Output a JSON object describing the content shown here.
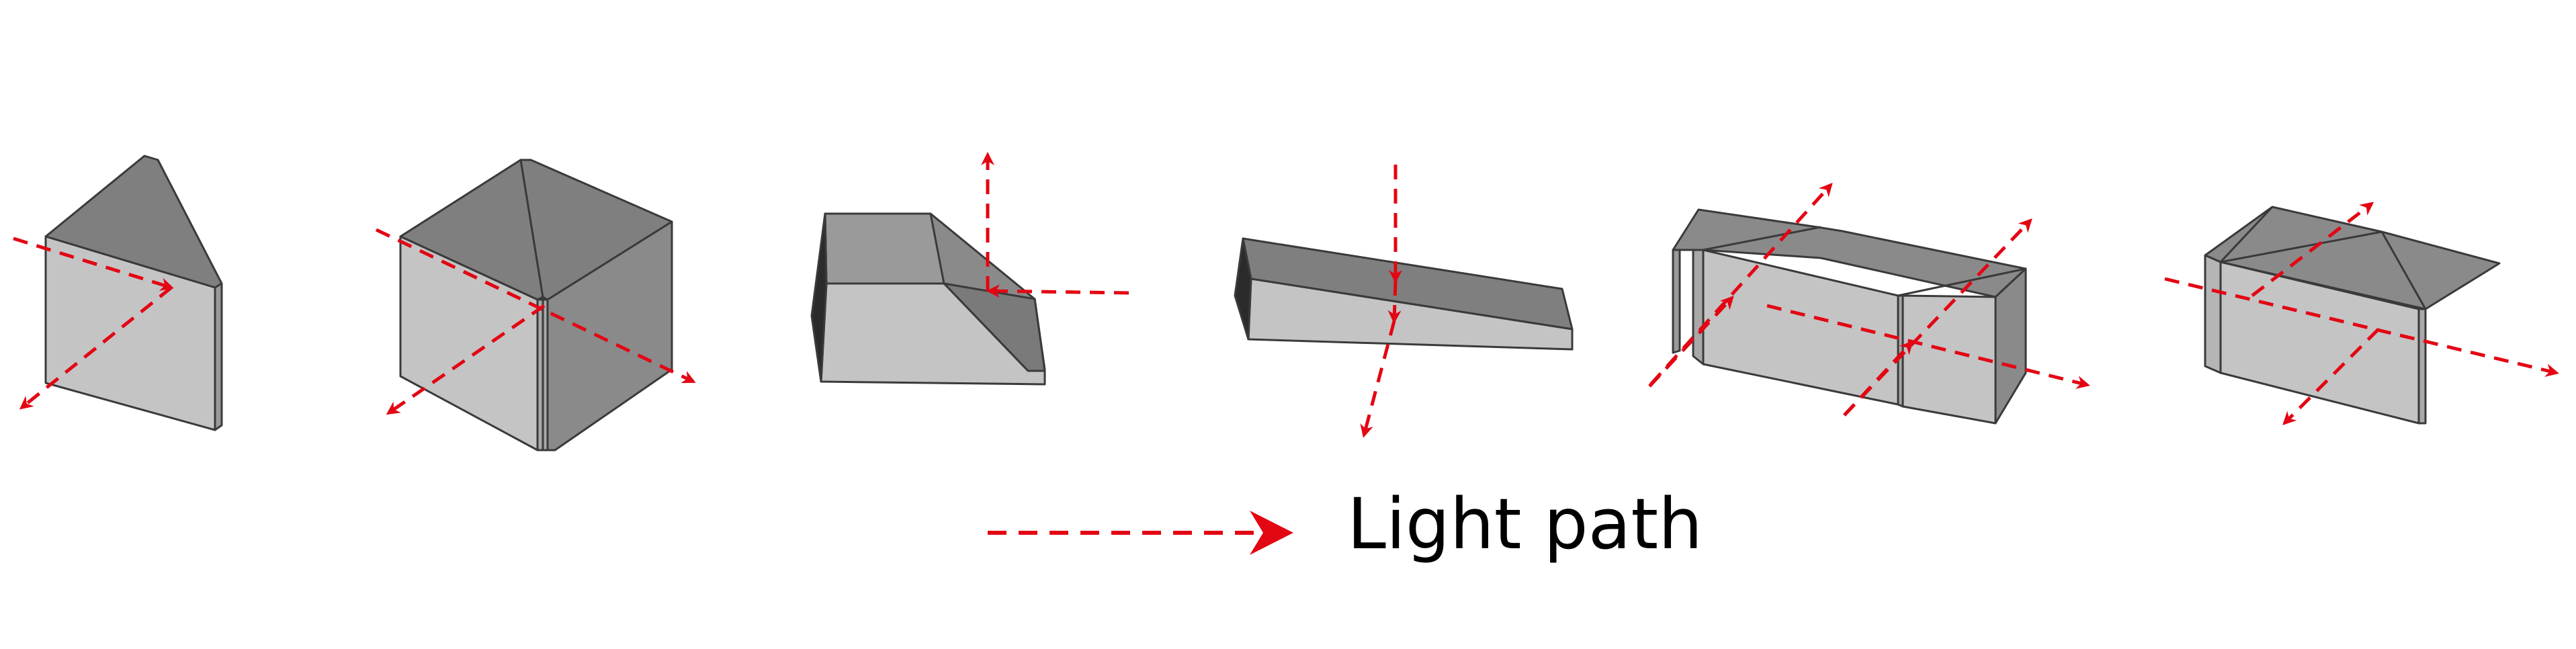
{
  "legend": {
    "label": "Light path",
    "line_color": "#e30613"
  },
  "colors": {
    "face_dark": "#7f7f7f",
    "face_mid": "#9a9a9a",
    "face_light": "#c4c4c4",
    "face_darkest": "#2b2b2b",
    "edge": "#3a3a3a",
    "light_path": "#e30613"
  },
  "prisms": [
    {
      "name": "right-angle-prism"
    },
    {
      "name": "corner-cube-prism"
    },
    {
      "name": "penta-prism"
    },
    {
      "name": "wedge-prism"
    },
    {
      "name": "beamsplitter-cube-pair"
    },
    {
      "name": "roof-prism"
    }
  ]
}
